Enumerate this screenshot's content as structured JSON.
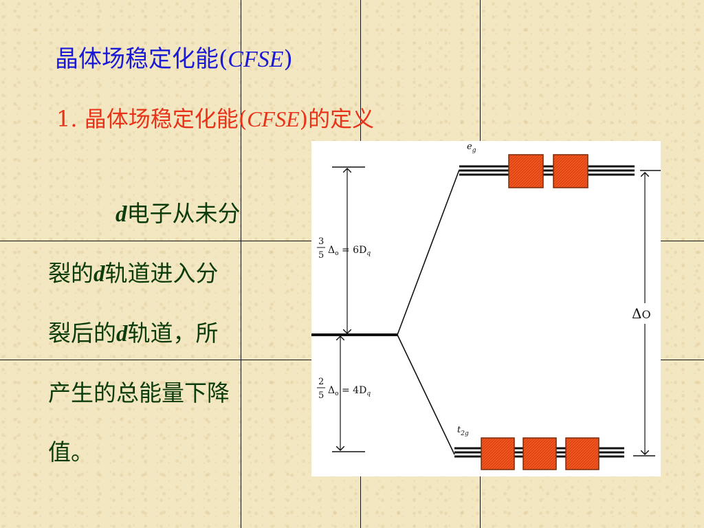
{
  "title": {
    "prefix": "晶体场稳定化能(",
    "abbr": "CFSE",
    "suffix": ")"
  },
  "subtitle": {
    "prefix": "1. 晶体场稳定化能(",
    "abbr": "CFSE",
    "suffix": ")的定义"
  },
  "body": {
    "line1_d": "d",
    "line1": "电子从未分",
    "line2_a": "裂的",
    "line2_d": "d",
    "line2_b": "轨道进入分",
    "line3_a": "裂后的",
    "line3_d": "d",
    "line3_b": "轨道，所",
    "line4": "产生的总能量下降",
    "line5": "值。"
  },
  "diagram": {
    "eg_label": "e",
    "eg_sub": "g",
    "t2g_label": "t",
    "t2g_sub": "2g",
    "upper_frac_num": "3",
    "upper_frac_den": "5",
    "upper_eq": "Δ",
    "upper_eq_sub": "o",
    "upper_eq_rhs": " = 6D",
    "upper_eq_rhs_sub": "q",
    "lower_frac_num": "2",
    "lower_frac_den": "5",
    "lower_eq": "Δ",
    "lower_eq_sub": "o",
    "lower_eq_rhs": " = 4D",
    "lower_eq_rhs_sub": "q",
    "delta_label": "Δ",
    "delta_sub": "O",
    "box_color": "#f2561e"
  }
}
